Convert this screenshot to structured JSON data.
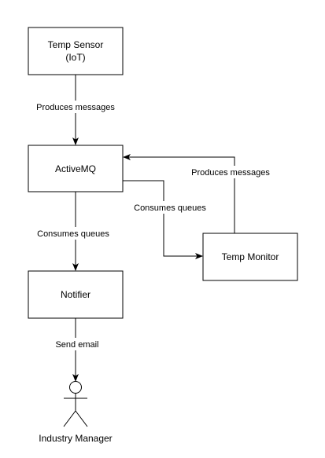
{
  "colors": {
    "stroke": "#000000",
    "background": "#ffffff",
    "text": "#000000"
  },
  "nodes": {
    "temp_sensor": {
      "line1": "Temp Sensor",
      "line2": "(IoT)"
    },
    "activemq": {
      "label": "ActiveMQ"
    },
    "notifier": {
      "label": "Notifier"
    },
    "temp_monitor": {
      "label": "Temp Monitor"
    },
    "industry_manager": {
      "label": "Industry Manager"
    }
  },
  "edges": {
    "sensor_to_mq": {
      "label": "Produces messages"
    },
    "mq_to_notifier": {
      "label": "Consumes queues"
    },
    "mq_to_monitor": {
      "label": "Consumes queues"
    },
    "monitor_to_mq": {
      "label": "Produces messages"
    },
    "notifier_to_manager": {
      "label": "Send email"
    }
  }
}
